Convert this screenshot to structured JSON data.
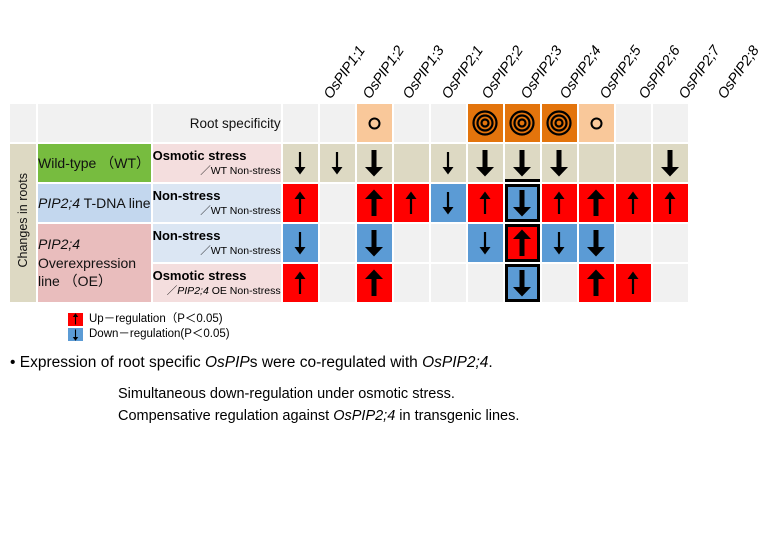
{
  "columns": [
    {
      "label": "OsPIP1;1"
    },
    {
      "label": "OsPIP1;2"
    },
    {
      "label": "OsPIP1;3"
    },
    {
      "label": "OsPIP2;1"
    },
    {
      "label": "OsPIP2;2"
    },
    {
      "label": "OsPIP2;3"
    },
    {
      "label": "OsPIP2;4"
    },
    {
      "label": "OsPIP2;5"
    },
    {
      "label": "OsPIP2;6"
    },
    {
      "label": "OsPIP2;7"
    },
    {
      "label": "OsPIP2;8"
    }
  ],
  "header": {
    "root_specificity_label": "Root specificity",
    "root_specificity_cells": [
      {
        "fill": "empty",
        "mark": "none"
      },
      {
        "fill": "empty",
        "mark": "none"
      },
      {
        "fill": "orange-light",
        "mark": "circle-single"
      },
      {
        "fill": "empty",
        "mark": "none"
      },
      {
        "fill": "empty",
        "mark": "none"
      },
      {
        "fill": "orange-dark",
        "mark": "circle-triple"
      },
      {
        "fill": "orange-dark",
        "mark": "circle-triple"
      },
      {
        "fill": "orange-dark",
        "mark": "circle-triple"
      },
      {
        "fill": "orange-light",
        "mark": "circle-single"
      },
      {
        "fill": "empty",
        "mark": "none"
      },
      {
        "fill": "empty",
        "mark": "none"
      }
    ]
  },
  "side_label": "Changes in roots",
  "genotypes": [
    {
      "label": "Wild-type （WT）",
      "style": "wt"
    },
    {
      "label": "PIP2;4 T-DNA line",
      "style": "tdna",
      "italic_prefix": "PIP2;4",
      "rest": " T-DNA line"
    },
    {
      "label": "PIP2;4 Overexpression line （OE）",
      "style": "oe"
    }
  ],
  "genotype_oe_lines": [
    "PIP2;4",
    "Overexpression",
    "line （OE）"
  ],
  "rows": [
    {
      "condition_title": "Osmotic stress",
      "condition_sub_prefix": "／",
      "condition_sub_italic": "",
      "condition_sub_rest": "WT Non-stress",
      "condition_style": "pink",
      "cells": [
        {
          "fill": "beige",
          "arrow": "down",
          "weight": "thin"
        },
        {
          "fill": "beige",
          "arrow": "down",
          "weight": "thin"
        },
        {
          "fill": "beige",
          "arrow": "down",
          "weight": "thick"
        },
        {
          "fill": "beige",
          "arrow": "none",
          "weight": ""
        },
        {
          "fill": "beige",
          "arrow": "down",
          "weight": "thin"
        },
        {
          "fill": "beige",
          "arrow": "down",
          "weight": "thick"
        },
        {
          "fill": "beige",
          "arrow": "down",
          "weight": "thick",
          "underline": true
        },
        {
          "fill": "beige",
          "arrow": "down",
          "weight": "thick"
        },
        {
          "fill": "beige",
          "arrow": "none",
          "weight": ""
        },
        {
          "fill": "beige",
          "arrow": "none",
          "weight": ""
        },
        {
          "fill": "beige",
          "arrow": "down",
          "weight": "thick"
        }
      ]
    },
    {
      "condition_title": "Non-stress",
      "condition_sub_prefix": "／",
      "condition_sub_italic": "",
      "condition_sub_rest": "WT Non-stress",
      "condition_style": "blue",
      "cells": [
        {
          "fill": "red",
          "arrow": "up",
          "weight": "thin"
        },
        {
          "fill": "empty",
          "arrow": "none",
          "weight": ""
        },
        {
          "fill": "red",
          "arrow": "up",
          "weight": "thick"
        },
        {
          "fill": "red",
          "arrow": "up",
          "weight": "thin"
        },
        {
          "fill": "blue",
          "arrow": "down",
          "weight": "thin"
        },
        {
          "fill": "red",
          "arrow": "up",
          "weight": "thin"
        },
        {
          "fill": "blue",
          "arrow": "down",
          "weight": "thick",
          "highlight": true
        },
        {
          "fill": "red",
          "arrow": "up",
          "weight": "thin"
        },
        {
          "fill": "red",
          "arrow": "up",
          "weight": "thick"
        },
        {
          "fill": "red",
          "arrow": "up",
          "weight": "thin"
        },
        {
          "fill": "red",
          "arrow": "up",
          "weight": "thin"
        }
      ]
    },
    {
      "condition_title": "Non-stress",
      "condition_sub_prefix": "／",
      "condition_sub_italic": "",
      "condition_sub_rest": "WT Non-stress",
      "condition_style": "blue",
      "cells": [
        {
          "fill": "blue",
          "arrow": "down",
          "weight": "thin"
        },
        {
          "fill": "empty",
          "arrow": "none",
          "weight": ""
        },
        {
          "fill": "blue",
          "arrow": "down",
          "weight": "thick"
        },
        {
          "fill": "empty",
          "arrow": "none",
          "weight": ""
        },
        {
          "fill": "empty",
          "arrow": "none",
          "weight": ""
        },
        {
          "fill": "blue",
          "arrow": "down",
          "weight": "thin"
        },
        {
          "fill": "red",
          "arrow": "up",
          "weight": "thick",
          "highlight": true
        },
        {
          "fill": "blue",
          "arrow": "down",
          "weight": "thin"
        },
        {
          "fill": "blue",
          "arrow": "down",
          "weight": "thick"
        },
        {
          "fill": "empty",
          "arrow": "none",
          "weight": ""
        },
        {
          "fill": "empty",
          "arrow": "none",
          "weight": ""
        }
      ]
    },
    {
      "condition_title": "Osmotic stress",
      "condition_sub_prefix": "／",
      "condition_sub_italic": "PIP2;4",
      "condition_sub_rest": " OE Non-stress",
      "condition_style": "pink",
      "cells": [
        {
          "fill": "red",
          "arrow": "up",
          "weight": "thin"
        },
        {
          "fill": "empty",
          "arrow": "none",
          "weight": ""
        },
        {
          "fill": "red",
          "arrow": "up",
          "weight": "thick"
        },
        {
          "fill": "empty",
          "arrow": "none",
          "weight": ""
        },
        {
          "fill": "empty",
          "arrow": "none",
          "weight": ""
        },
        {
          "fill": "empty",
          "arrow": "none",
          "weight": ""
        },
        {
          "fill": "blue",
          "arrow": "down",
          "weight": "thick",
          "highlight": true
        },
        {
          "fill": "empty",
          "arrow": "none",
          "weight": ""
        },
        {
          "fill": "red",
          "arrow": "up",
          "weight": "thick"
        },
        {
          "fill": "red",
          "arrow": "up",
          "weight": "thin"
        },
        {
          "fill": "empty",
          "arrow": "none",
          "weight": ""
        }
      ]
    }
  ],
  "legend": [
    {
      "swatch": "red",
      "arrow": "up",
      "text": "Up－regulation（P＜0.05)"
    },
    {
      "swatch": "blue",
      "arrow": "down",
      "text": "Down－regulation(P＜0.05)"
    }
  ],
  "notes": {
    "bullet_prefix": "• Expression of root specific ",
    "bullet_italic1": "OsPIP",
    "bullet_mid": "s were co-regulated with ",
    "bullet_italic2": "OsPIP2;4",
    "bullet_end": ".",
    "sub1": "Simultaneous down-regulation under osmotic stress.",
    "sub2_prefix": "Compensative regulation against ",
    "sub2_italic": "OsPIP2;4",
    "sub2_end": " in transgenic lines."
  },
  "colors": {
    "red": "#ff0000",
    "blue": "#5b9bd5",
    "beige": "#ddd9c3",
    "orange_light": "#f9c89a",
    "orange_dark": "#e3740c",
    "green": "#77bc3f",
    "empty": "#f1f1f1"
  }
}
